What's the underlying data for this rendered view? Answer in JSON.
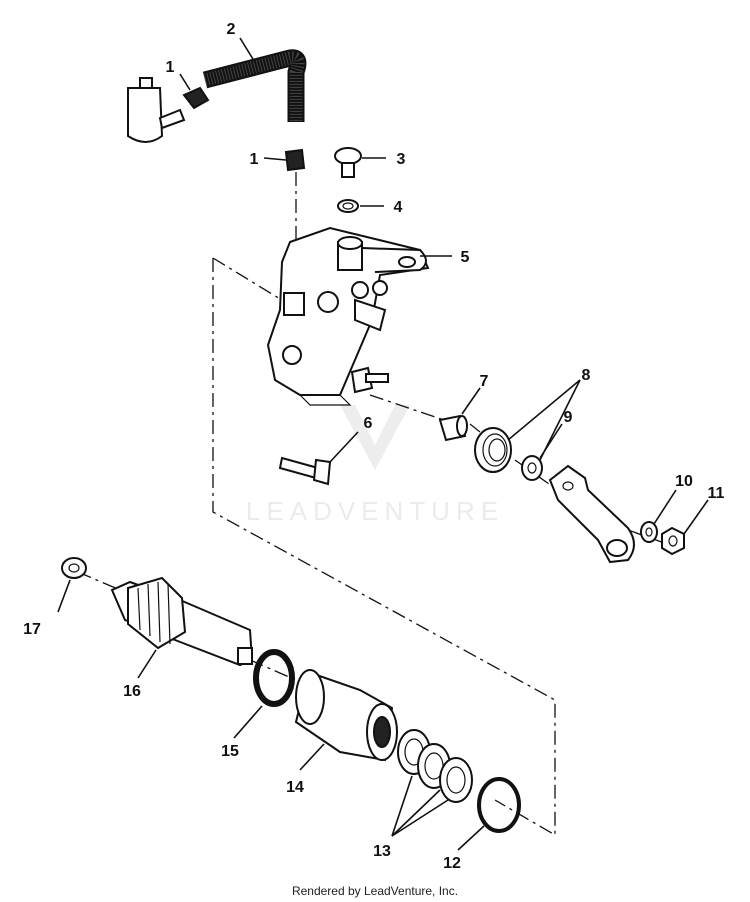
{
  "watermark": "LEADVENTURE",
  "footer": "Rendered by LeadVenture, Inc.",
  "callouts": {
    "c1a": "1",
    "c1b": "1",
    "c2": "2",
    "c3": "3",
    "c4": "4",
    "c5": "5",
    "c6": "6",
    "c7": "7",
    "c8": "8",
    "c9": "9",
    "c10": "10",
    "c11": "11",
    "c12": "12",
    "c13": "13",
    "c14": "14",
    "c15": "15",
    "c16": "16",
    "c17": "17"
  }
}
